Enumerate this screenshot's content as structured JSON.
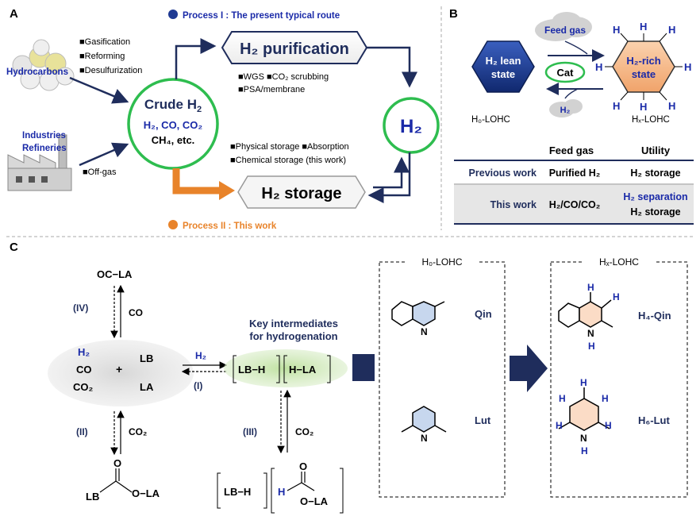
{
  "panels": {
    "a": "A",
    "b": "B",
    "c": "C"
  },
  "colors": {
    "navy": "#1f2d5c",
    "blue": "#1a2aa8",
    "green": "#2ebd4f",
    "orange": "#e8832a",
    "lightgreen": "#c9e6b0",
    "grey": "#d9d9d9"
  },
  "panel_a": {
    "process1": "Process I : The present typical route",
    "process2": "Process II : This work",
    "hydrocarbons": "Hydrocarbons",
    "industries": "Industries",
    "refineries": "Refineries",
    "bullets_top": [
      "■Gasification",
      "■Reforming",
      "■Desulfurization"
    ],
    "offgas": "■Off-gas",
    "crude_title": "Crude H",
    "crude_title_sub": "2",
    "crude_line1": "H₂, CO, CO₂",
    "crude_line2": "CH₄, etc.",
    "purification": "H₂ purification",
    "purif_b1": "■WGS  ■CO₂ scrubbing",
    "purif_b2": "■PSA/membrane",
    "storage_b1": "■Physical storage ■Absorption",
    "storage_b2": "■Chemical storage (this work)",
    "storage": "H₂ storage",
    "h2": "H₂"
  },
  "panel_b": {
    "lean_line1": "H₂ lean",
    "lean_line2": "state",
    "rich_line1": "H₂-rich",
    "rich_line2": "state",
    "feed_gas": "Feed gas",
    "cat": "Cat",
    "h2_out": "H₂",
    "h0_lohc": "H₀-LOHC",
    "hx_lohc": "Hₓ-LOHC",
    "h_atom": "H",
    "table_headers": [
      "Feed gas",
      "Utility"
    ],
    "rows": [
      {
        "label": "Previous work",
        "feed": "Purified H₂",
        "utility": [
          "H₂ storage"
        ]
      },
      {
        "label": "This work",
        "feed": "H₂/CO/CO₂",
        "utility": [
          "H₂ separation",
          "H₂ storage"
        ]
      }
    ]
  },
  "panel_c": {
    "oc_la": "OC−LA",
    "co": "CO",
    "co2": "CO₂",
    "roman": [
      "(IV)",
      "(I)",
      "(II)",
      "(III)"
    ],
    "mix_h2": "H₂",
    "mix_co": "CO",
    "mix_co2": "CO₂",
    "plus": "+",
    "lb": "LB",
    "la": "LA",
    "h2_arrow": "H₂",
    "key1": "Key intermediates",
    "key2": "for hydrogenation",
    "lbh": "LB−H",
    "hla": "H−LA",
    "carb_lb": "LB",
    "carb_o": "O",
    "carb_la": "O−LA",
    "formate_h": "H",
    "formate_o": "O",
    "formate_ola": "O−LA",
    "formate_lbh": "LB−H",
    "h0_title": "H₀-LOHC",
    "hx_title": "Hₓ-LOHC",
    "qin": "Qin",
    "lut": "Lut",
    "h4qin": "H₄-Qin",
    "h6lut": "H₆-Lut",
    "n": "N",
    "h": "H"
  }
}
